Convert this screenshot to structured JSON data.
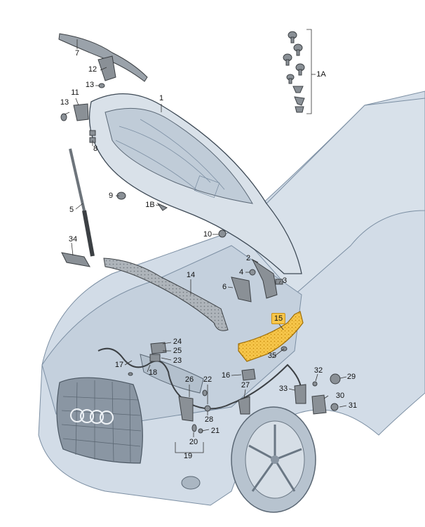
{
  "diagram": {
    "callouts": [
      "1",
      "1A",
      "1B",
      "2",
      "3",
      "4",
      "5",
      "6",
      "7",
      "8",
      "9",
      "10",
      "11",
      "12",
      "13",
      "13",
      "14",
      "15",
      "16",
      "17",
      "18",
      "19",
      "20",
      "21",
      "22",
      "23",
      "24",
      "25",
      "26",
      "27",
      "28",
      "29",
      "30",
      "31",
      "32",
      "33",
      "34",
      "35"
    ],
    "highlighted_callout": "15",
    "colors": {
      "car_fill": "#cdd8e4",
      "car_stroke": "#7c8fa3",
      "part_fill": "#8a9096",
      "part_stroke": "#3c4044",
      "highlight": "#f7c64a",
      "leader": "#333333"
    }
  }
}
